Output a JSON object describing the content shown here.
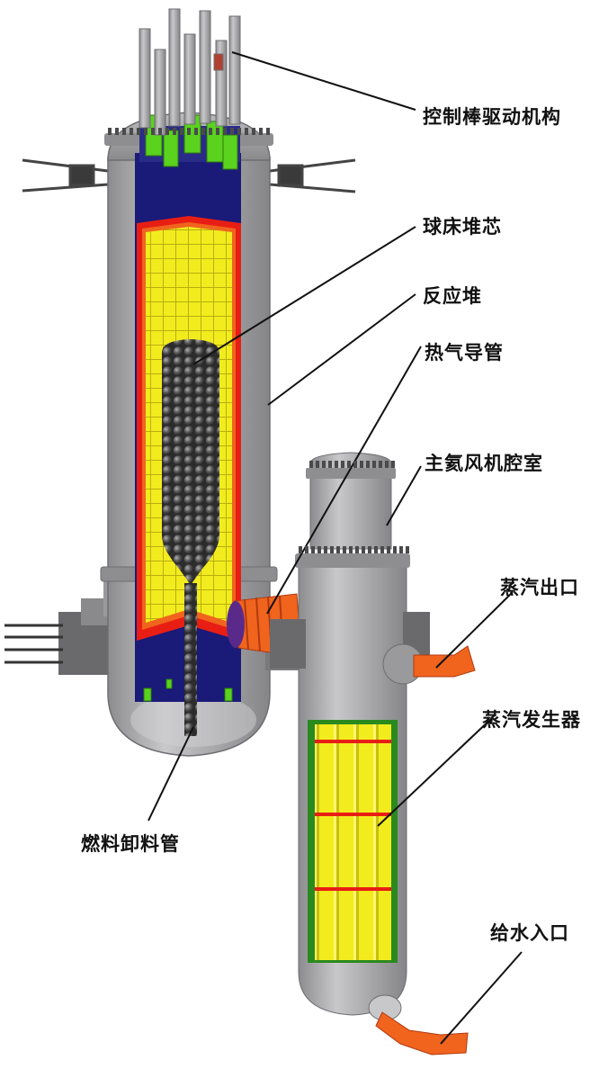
{
  "labels": {
    "control_rod_drive": "控制棒驱动机构",
    "pebble_bed_core": "球床堆芯",
    "reactor": "反应堆",
    "hot_gas_duct": "热气导管",
    "helium_blower_chamber": "主氦风机腔室",
    "steam_outlet": "蒸汽出口",
    "steam_generator": "蒸汽发生器",
    "fuel_discharge_tube": "燃料卸料管",
    "feedwater_inlet": "给水入口"
  },
  "colors": {
    "steel": "#9a9a9c",
    "steel_light": "#c4c4c6",
    "steel_dark": "#6e6e72",
    "navy": "#1a1a78",
    "red": "#e81e14",
    "orange": "#f0641e",
    "yellow": "#f2ec1e",
    "green": "#5ad21e",
    "pebble": "#4a4a4a"
  }
}
